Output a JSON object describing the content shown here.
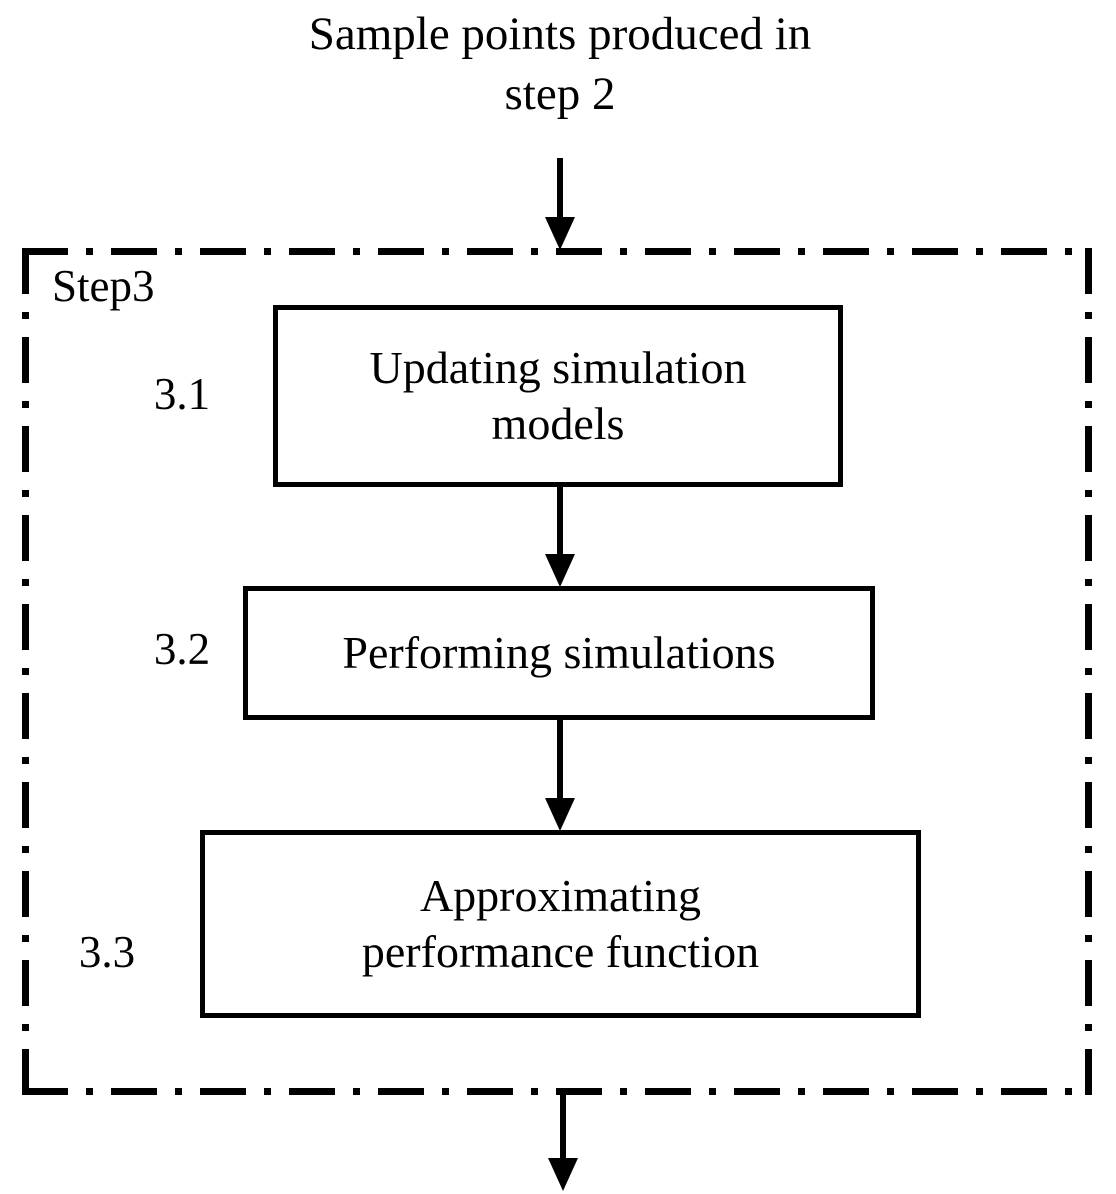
{
  "diagram": {
    "title": "Sample points produced in step 2",
    "container": {
      "label": "Step3",
      "border_style": "dash-dot",
      "border_color": "#000000"
    },
    "steps": [
      {
        "number": "3.1",
        "text": "Updating simulation\nmodels"
      },
      {
        "number": "3.2",
        "text": "Performing simulations"
      },
      {
        "number": "3.3",
        "text": "Approximating\nperformance function"
      }
    ],
    "arrows": [
      {
        "name": "entry-arrow",
        "from": "title",
        "to": "Step3 container",
        "direction": "down"
      },
      {
        "name": "arrow-3-1-to-3-2",
        "from": "3.1",
        "to": "3.2",
        "direction": "down"
      },
      {
        "name": "arrow-3-2-to-3-3",
        "from": "3.2",
        "to": "3.3",
        "direction": "down"
      },
      {
        "name": "exit-arrow",
        "from": "Step3 container",
        "to": "next step",
        "direction": "down"
      }
    ],
    "colors": {
      "stroke": "#000000",
      "background": "#ffffff",
      "text": "#000000"
    }
  }
}
